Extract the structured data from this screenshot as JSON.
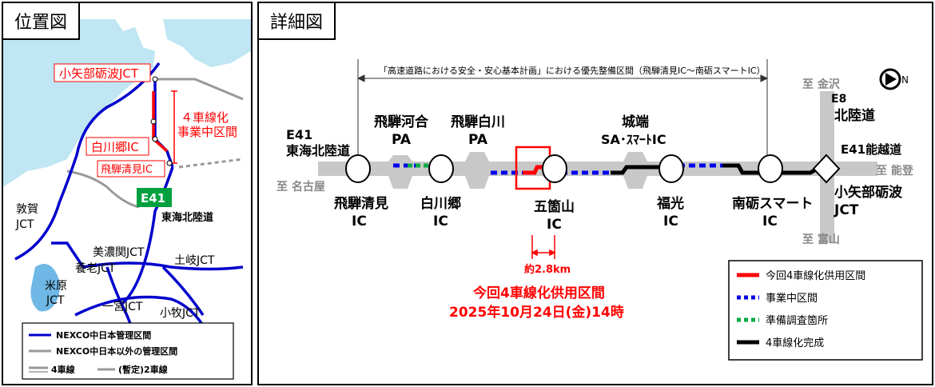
{
  "location_map": {
    "title": "位置図",
    "labels": {
      "kiyabe": "小矢部砺波JCT",
      "four_lane": "４車線化",
      "project_section": "事業中区間",
      "shirakawago": "白川郷IC",
      "hidakiyomi": "飛騨清見IC",
      "e41": "E41",
      "tokai_hokuriku": "東海北陸道",
      "tsuruga": "敦賀",
      "tsuruga_jct": "JCT",
      "minoseki": "美濃関JCT",
      "yoro": "養老JCT",
      "toki": "土岐JCT",
      "maibara": "米原",
      "maibara_jct": "JCT",
      "ichinomiya": "一宮JCT",
      "komaki": "小牧JCT"
    },
    "legend": {
      "nexco": "NEXCO中日本管理区間",
      "other": "NEXCO中日本以外の管理区間",
      "four_lane": "4車線",
      "two_lane": "(暫定)2車線"
    },
    "colors": {
      "nexco": "#0000cc",
      "other": "#888888",
      "highlight": "#ff0000",
      "sea": "#bfe6f2",
      "road_sign": "#00a040"
    }
  },
  "detail_map": {
    "title": "詳細図",
    "priority_caption": "「高速道路における安全・安心基本計画」における優先整備区間（飛騨清見IC～南砺スマートIC）",
    "north_label": "N",
    "labels": {
      "e41_west": "E41",
      "tokai_hokuriku": "東海北陸道",
      "to_nagoya": "至 名古屋",
      "hida_kawai": "飛騨河合",
      "hida_kawai_pa": "PA",
      "hida_shirakawa": "飛騨白川",
      "hida_shirakawa_pa": "PA",
      "jobata": "城端",
      "jobata_sa": "SA･ｽﾏｰﾄIC",
      "to_kanazawa": "至 金沢",
      "e8": "E8",
      "hokuriku": "北陸道",
      "e41_noetsu": "E41能越道",
      "to_noto": "至 能登",
      "hida_kiyomi": "飛騨清見",
      "hida_kiyomi_ic": "IC",
      "shirakawago": "白川郷",
      "shirakawago_ic": "IC",
      "gokayama": "五箇山",
      "gokayama_ic": "IC",
      "fukumitsu": "福光",
      "fukumitsu_ic": "IC",
      "nanto_smart": "南砺スマート",
      "nanto_smart_ic": "IC",
      "kiyabe_tonami": "小矢部砺波",
      "kiyabe_jct": "JCT",
      "to_toyama": "至 富山",
      "distance": "約2.8km",
      "opening_title": "今回4車線化供用区間",
      "opening_date": "2025年10月24日(金)14時"
    },
    "legend": {
      "item1": "今回4車線化供用区間",
      "item2": "事業中区間",
      "item3": "準備調査箇所",
      "item4": "4車線化完成"
    },
    "colors": {
      "current": "#ff0000",
      "project": "#0000ee",
      "survey": "#00aa44",
      "complete": "#000000",
      "road": "#c8c8c8"
    }
  }
}
